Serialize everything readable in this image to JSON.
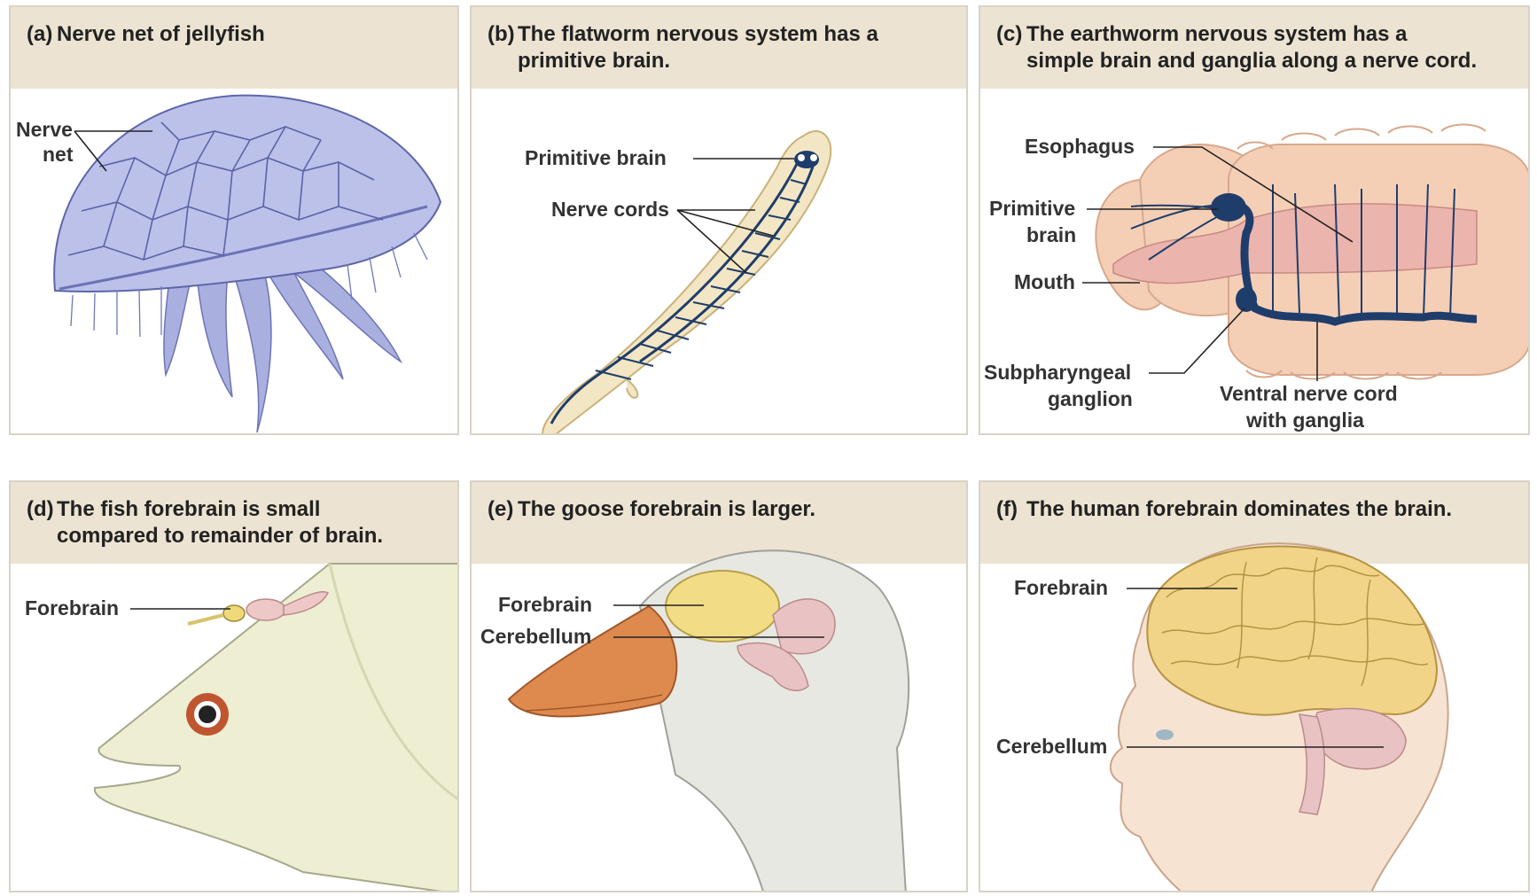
{
  "panels": [
    {
      "letter": "(a)",
      "caption": [
        "Nerve net of jellyfish"
      ],
      "labels": {
        "nerve_net_1": "Nerve",
        "nerve_net_2": "net"
      }
    },
    {
      "letter": "(b)",
      "caption": [
        "The flatworm nervous system has a",
        "primitive brain."
      ],
      "labels": {
        "primitive_brain": "Primitive brain",
        "nerve_cords": "Nerve cords"
      }
    },
    {
      "letter": "(c)",
      "caption": [
        "The earthworm nervous system has a",
        "simple brain and ganglia along a nerve cord."
      ],
      "labels": {
        "esophagus": "Esophagus",
        "primitive_1": "Primitive",
        "primitive_2": "brain",
        "mouth": "Mouth",
        "subpharyngeal_1": "Subpharyngeal",
        "subpharyngeal_2": "ganglion",
        "ventral_1": "Ventral nerve cord",
        "ventral_2": "with ganglia"
      }
    },
    {
      "letter": "(d)",
      "caption": [
        "The fish forebrain is small",
        "compared to remainder of brain."
      ],
      "labels": {
        "forebrain": "Forebrain"
      }
    },
    {
      "letter": "(e)",
      "caption": [
        "The goose forebrain is larger."
      ],
      "labels": {
        "forebrain": "Forebrain",
        "cerebellum": "Cerebellum"
      }
    },
    {
      "letter": "(f)",
      "caption": [
        "The human forebrain dominates the brain."
      ],
      "labels": {
        "forebrain": "Forebrain",
        "cerebellum": "Cerebellum"
      }
    }
  ],
  "colors": {
    "header_bg": "#ece3d2",
    "nerve_blue": "#1f3d6b",
    "jelly_fill": "#b9bfe6",
    "flatworm_fill": "#f3e6c4",
    "worm_fill": "#f3cfb8",
    "fish_fill": "#eeeed2",
    "beak_orange": "#de8a4e",
    "brain_yellow": "#f2dc86",
    "brain_pink": "#e9c3c3",
    "skin": "#f7e3d2"
  }
}
